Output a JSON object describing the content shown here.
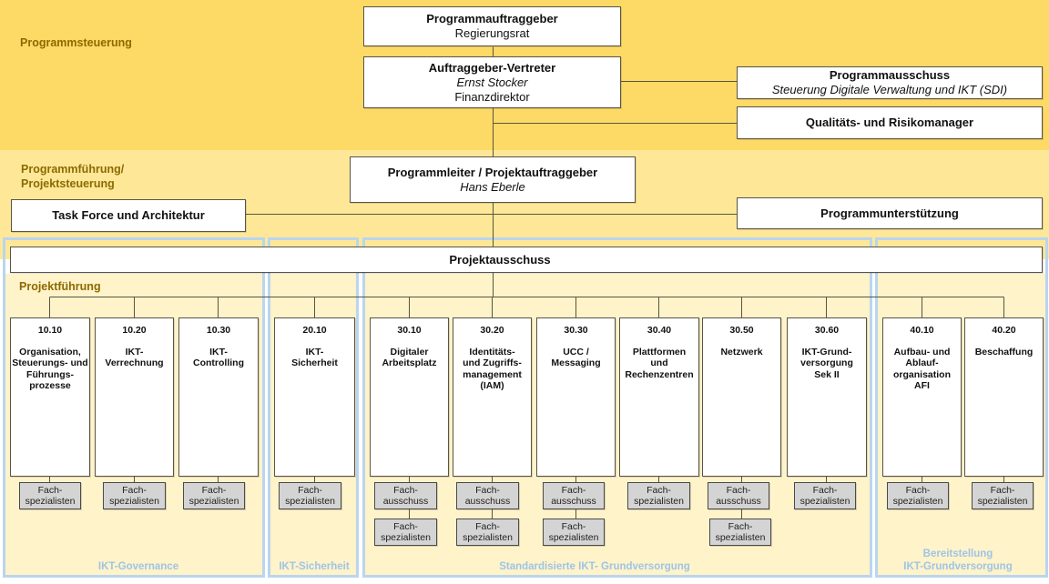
{
  "colors": {
    "band_top": "#fdd966",
    "band_mid": "#fee898",
    "group_fill": "#fef3c9",
    "group_border": "#bad5ef",
    "section_label": "#8c6a00",
    "group_label": "#9fc4e8",
    "fach_fill": "#d4d4d4"
  },
  "sections": {
    "programmsteuerung": "Programmsteuerung",
    "programmfuehrung": "Programmführung/\nProjektsteuerung",
    "projektfuehrung": "Projektführung"
  },
  "steering": {
    "programmauftraggeber": {
      "title": "Programmauftraggeber",
      "subtitle": "Regierungsrat"
    },
    "auftraggeber_vertreter": {
      "title": "Auftraggeber-Vertreter",
      "name": "Ernst Stocker",
      "role": "Finanzdirektor"
    },
    "programmausschuss": {
      "title": "Programmausschuss",
      "subtitle": "Steuerung Digitale Verwaltung und IKT (SDI)"
    },
    "qualitaet": {
      "title": "Qualitäts- und Risikomanager"
    }
  },
  "management": {
    "programmleiter": {
      "title": "Programmleiter / Projektauftraggeber",
      "name": "Hans Eberle"
    },
    "task_force": {
      "title": "Task Force und Architektur"
    },
    "programmunterstuetzung": {
      "title": "Programmunterstützung"
    },
    "projektausschuss": {
      "title": "Projektausschuss"
    }
  },
  "groups": [
    {
      "label": "IKT-Governance"
    },
    {
      "label": "IKT-Sicherheit"
    },
    {
      "label": "Standardisierte IKT- Grundversorgung"
    },
    {
      "label": "Bereitstellung\nIKT-Grundversorgung"
    }
  ],
  "projects": [
    {
      "number": "10.10",
      "title": "Organisation,\nSteuerungs- und\nFührungs-\nprozesse",
      "fach": [
        "Fach-\nspezialisten"
      ]
    },
    {
      "number": "10.20",
      "title": "IKT-\nVerrechnung",
      "fach": [
        "Fach-\nspezialisten"
      ]
    },
    {
      "number": "10.30",
      "title": "IKT-\nControlling",
      "fach": [
        "Fach-\nspezialisten"
      ]
    },
    {
      "number": "20.10",
      "title": "IKT-\nSicherheit",
      "fach": [
        "Fach-\nspezialisten"
      ]
    },
    {
      "number": "30.10",
      "title": "Digitaler\nArbeitsplatz",
      "fach": [
        "Fach-\nausschuss",
        "Fach-\nspezialisten"
      ]
    },
    {
      "number": "30.20",
      "title": "Identitäts-\nund Zugriffs-\nmanagement\n(IAM)",
      "fach": [
        "Fach-\nausschuss",
        "Fach-\nspezialisten"
      ]
    },
    {
      "number": "30.30",
      "title": "UCC /\nMessaging",
      "fach": [
        "Fach-\nausschuss",
        "Fach-\nspezialisten"
      ]
    },
    {
      "number": "30.40",
      "title": "Plattformen\nund\nRechenzentren",
      "fach": [
        "Fach-\nspezialisten"
      ]
    },
    {
      "number": "30.50",
      "title": "Netzwerk",
      "fach": [
        "Fach-\nausschuss",
        "Fach-\nspezialisten"
      ]
    },
    {
      "number": "30.60",
      "title": "IKT-Grund-\nversorgung\nSek II",
      "fach": [
        "Fach-\nspezialisten"
      ]
    },
    {
      "number": "40.10",
      "title": "Aufbau- und\nAblauf-\norganisation\nAFI",
      "fach": [
        "Fach-\nspezialisten"
      ]
    },
    {
      "number": "40.20",
      "title": "Beschaffung",
      "fach": [
        "Fach-\nspezialisten"
      ]
    }
  ]
}
